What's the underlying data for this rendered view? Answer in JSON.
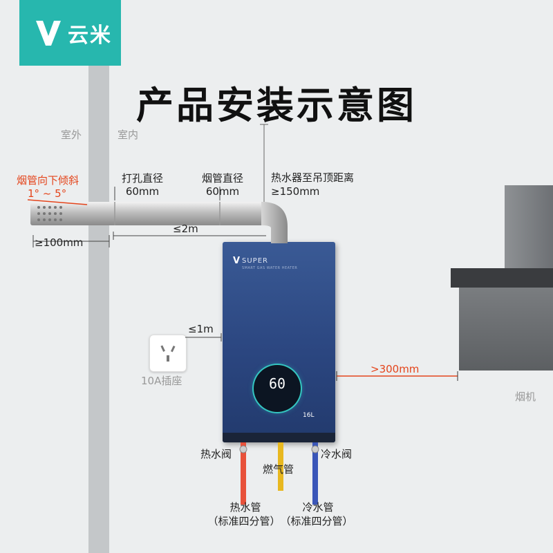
{
  "brand": {
    "name": "云米",
    "color": "#27b7ae"
  },
  "title": "产品安装示意图",
  "zones": {
    "outdoor": "室外",
    "indoor": "室内"
  },
  "flue_slope": {
    "label": "烟管向下倾斜",
    "range": "1° ~ 5°"
  },
  "drill_hole": {
    "label": "打孔直径",
    "value": "60mm"
  },
  "flue_pipe": {
    "label": "烟管直径",
    "value": "60mm"
  },
  "ceiling_gap": {
    "label": "热水器至吊顶距离",
    "value": "≥150mm"
  },
  "outer_extension": "≥100mm",
  "pipe_length": "≤2m",
  "socket": {
    "distance": "≤1m",
    "label": "10A插座"
  },
  "hood": {
    "distance": ">300mm",
    "label": "烟机"
  },
  "heater": {
    "brand": "SUPER",
    "tagline": "SMART GAS WATER HEATER",
    "display_value": "60",
    "capacity": "16L"
  },
  "valves": {
    "hot_valve": "热水阀",
    "cold_valve": "冷水阀",
    "gas_pipe": "燃气管",
    "hot_pipe": "热水管",
    "hot_pipe_spec": "（标准四分管）",
    "cold_pipe": "冷水管",
    "cold_pipe_spec": "（标准四分管）"
  },
  "colors": {
    "accent_red": "#e4441b",
    "heater_blue": "#2c4a80",
    "hot_pipe": "#e8513a",
    "gas_pipe": "#e8b820",
    "cold_pipe": "#3a56b8"
  }
}
